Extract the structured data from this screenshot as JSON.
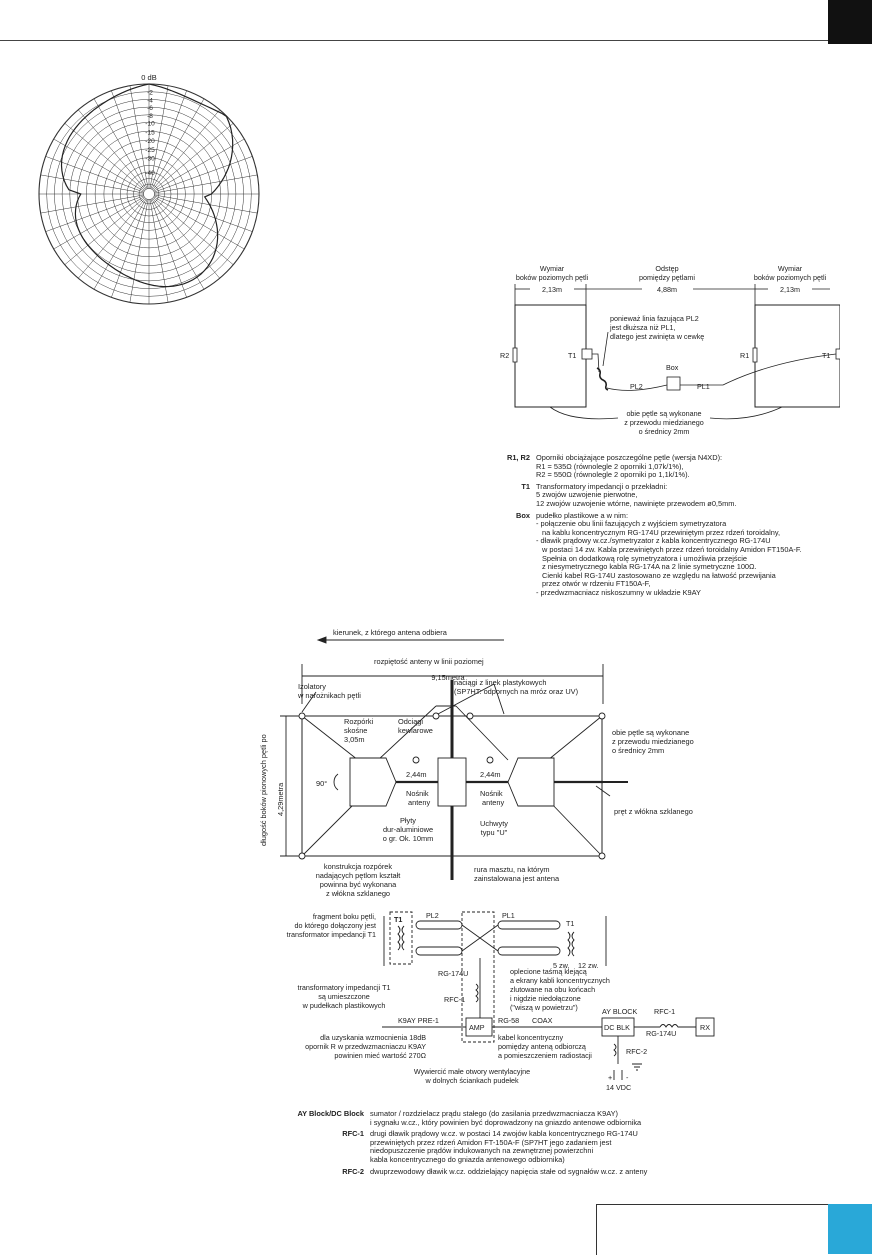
{
  "polar": {
    "zero_db": "0 dB",
    "ring_labels": [
      "-2",
      "-4",
      "-6",
      "-8",
      "-10",
      "-15",
      "-20",
      "-25",
      "-30",
      "-40"
    ],
    "pattern": {
      "front_db": 0,
      "back_db": -8,
      "side_db": -30
    }
  },
  "loops": {
    "dim_left_label": [
      "Wymiar",
      "boków poziomych pętli"
    ],
    "dim_left_value": "2,13m",
    "gap_label": [
      "Odstęp",
      "pomiędzy pętlami"
    ],
    "gap_value": "4,88m",
    "dim_right_label": [
      "Wymiar",
      "boków poziomych pętli"
    ],
    "dim_right_value": "2,13m",
    "coil_note": [
      "ponieważ linia fazująca PL2",
      "jest dłuższa niż PL1,",
      "dlatego jest zwinięta w cewkę"
    ],
    "r2": "R2",
    "t1_left": "T1",
    "r1": "R1",
    "t1_right": "T1",
    "box": "Box",
    "pl2": "PL2",
    "pl1": "PL1",
    "wire_note": [
      "obie pętle są wykonane",
      "z przewodu miedzianego",
      "o średnicy 2mm"
    ]
  },
  "legend1": [
    {
      "term": "R1, R2",
      "lines": [
        "Oporniki obciążające poszczególne pętle (wersja N4XD):",
        "R1 = 535Ω (równolegle 2 oporniki 1,07k/1%),",
        "R2 = 550Ω (równolegle 2 oporniki po 1,1k/1%)."
      ]
    },
    {
      "term": "T1",
      "lines": [
        "Transformatory impedancji o przekładni:",
        "5 zwojów uzwojenie pierwotne,",
        "12 zwojów uzwojenie wtórne, nawinięte przewodem ø0,5mm."
      ]
    },
    {
      "term": "Box",
      "lines": [
        "pudełko plastikowe a w nim:",
        "- połączenie obu linii fazujących z wyjściem symetryzatora",
        "  na kablu koncentrycznym RG-174U przewiniętym przez rdzeń toroidalny,",
        "- dławik prądowy w.cz./symetryzator z kabla koncentrycznego RG-174U",
        "  w postaci 14 zw. Kabla przewiniętych przez rdzeń toroidalny Amidon FT150A-F.",
        "  Spełnia on dodatkową rolę symetryzatora i umożliwia przejście",
        "  z niesymetrycznego kabla RG-174A na 2 linie symetryczne 100Ω.",
        "  Cienki kabel RG-174U zastosowano ze względu na łatwość przewijania",
        "  przez otwór w rdzeniu FT150A-F,",
        "- przedwzmacniacz niskoszumny w układzie K9AY"
      ]
    }
  ],
  "mech": {
    "direction": "kierunek, z którego antena odbiera",
    "span_label": "rozpiętość anteny w linii poziomej",
    "span_value": "9,15metra",
    "guys_note": [
      "naciągi z linek plastykowych",
      "(SP7HT: odpornych na mróz oraz UV)"
    ],
    "insulators": [
      "Izolatory",
      "w narożnikach pętli"
    ],
    "spreaders": [
      "Rozpórki",
      "skośne",
      "3,05m"
    ],
    "kevlar": [
      "Odciągi",
      "kewlarowe"
    ],
    "wire_note": [
      "obie pętle są wykonane",
      "z przewodu miedzianego",
      "o średnicy 2mm"
    ],
    "height_label": "długość boków pionowych pętli po",
    "height_value": "4,29metra",
    "angle": "90°",
    "boom_left": "2,44m",
    "boom_right": "2,44m",
    "carrier_left": [
      "Nośnik",
      "anteny"
    ],
    "carrier_right": [
      "Nośnik",
      "anteny"
    ],
    "rod": "pręt z włókna szklanego",
    "plates": [
      "Płyty",
      "dur-aluminiowe",
      "o gr. Ok. 10mm"
    ],
    "ubolts": [
      "Uchwyty",
      "typu \"U\""
    ],
    "spreader_note": [
      "konstrukcja rozpórek",
      "nadających pętlom kształt",
      "powinna być wykonana",
      "z włókna szklanego"
    ],
    "mast_note": [
      "rura masztu, na którym",
      "zainstalowana jest antena"
    ]
  },
  "elec": {
    "fragment_note": [
      "fragment boku pętli,",
      "do którego dołączony jest",
      "transformator impedancji T1"
    ],
    "t1_left": "T1",
    "t1_right": "T1",
    "pl2": "PL2",
    "pl1": "PL1",
    "turns5": "5 zw.",
    "turns12": "12 zw.",
    "rg174_mid": "RG-174U",
    "tape_note": [
      "oplecione taśmą klejącą",
      "a ekrany kabli koncentrycznych",
      "zlutowane na obu końcach",
      "i nigdzie niedołączone",
      "(\"wiszą w powietrzu\")"
    ],
    "t1_note": [
      "transformatory impedancji T1",
      "są umieszczone",
      "w pudełkach plastikowych"
    ],
    "rfc1_left": "RFC-1",
    "k9ay_pre": "K9AY PRE-1",
    "amp": "AMP",
    "rg58": "RG-58",
    "coax": "COAX",
    "ay_block": "AY BLOCK",
    "dc_blk": "DC BLK",
    "rfc1_right": "RFC-1",
    "rg174_right": "RG-174U",
    "rx": "RX",
    "gain_note": [
      "dla uzyskania wzmocnienia 18dB",
      "opornik R w przedwzmacniaczu K9AY",
      "powinien mieć wartość 270Ω"
    ],
    "coax_note": [
      "kabel koncentryczny",
      "pomiędzy anteną odbiorczą",
      "a pomieszczeniem radiostacji"
    ],
    "rfc2": "RFC-2",
    "plus": "+",
    "minus": "-",
    "vdc": "14 VDC",
    "vent_note": [
      "Wywiercić małe otwory wentylacyjne",
      "w dolnych ściankach pudełek"
    ]
  },
  "legend2": [
    {
      "term": "AY Block/DC Block",
      "lines": [
        "sumator / rozdzielacz prądu stałego (do zasilania przedwzmacniacza K9AY)",
        "i sygnału w.cz., który powinien być doprowadzony na gniazdo antenowe odbiornika"
      ]
    },
    {
      "term": "RFC-1",
      "lines": [
        "drugi dławik prądowy w.cz. w postaci 14 zwojów kabla koncentrycznego RG-174U",
        "przewiniętych przez rdzeń Amidon FT-150A-F (SP7HT jego zadaniem jest",
        "niedopuszczenie prądów indukowanych na zewnętrznej powierzchni",
        "kabla koncentrycznego do gniazda antenowego odbiornika)"
      ]
    },
    {
      "term": "RFC-2",
      "lines": [
        "dwuprzewodowy dławik w.cz. oddzielający napięcia stałe od sygnałów w.cz. z anteny"
      ]
    }
  ]
}
